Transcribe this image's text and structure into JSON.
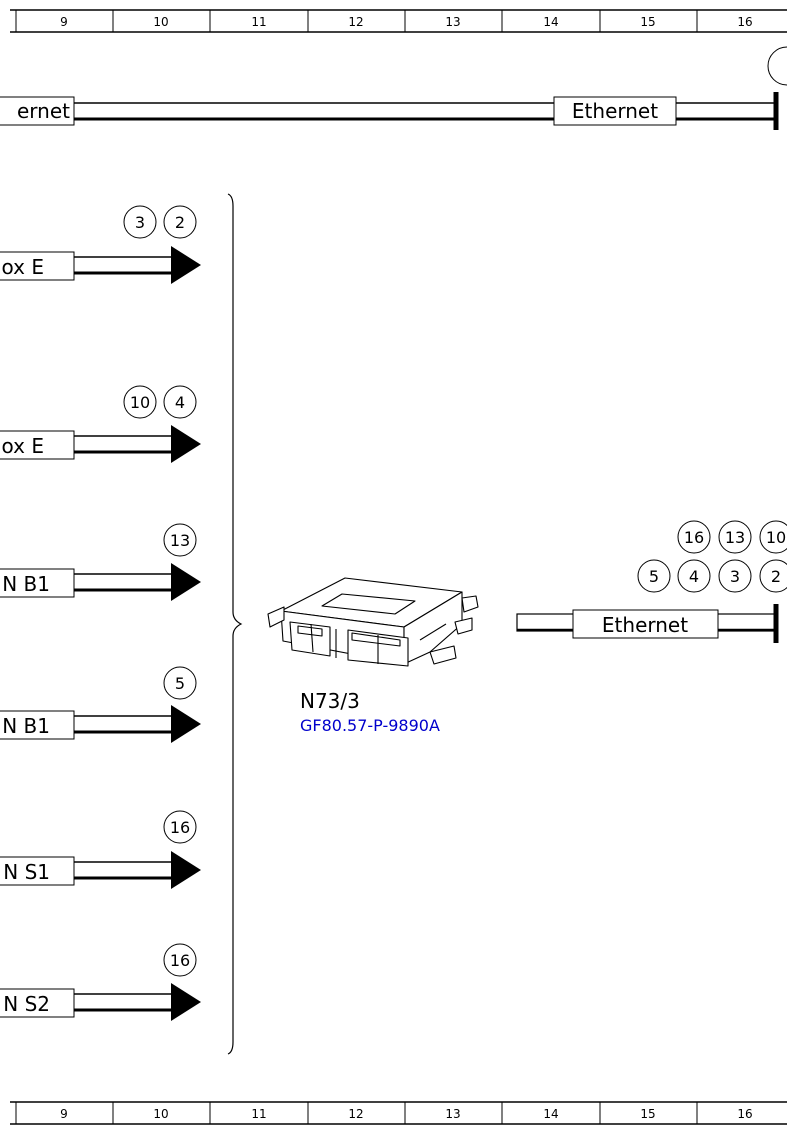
{
  "ruler": {
    "numbers": [
      "9",
      "10",
      "11",
      "12",
      "13",
      "14",
      "15",
      "16"
    ]
  },
  "top_bus": {
    "left_label": "ernet",
    "right_label": "Ethernet",
    "end_circle": ""
  },
  "left_connectors": [
    {
      "label": "ox E",
      "circles": [
        "3",
        "2"
      ]
    },
    {
      "label": "ox E",
      "circles": [
        "10",
        "4"
      ]
    },
    {
      "label": "N B1",
      "circles": [
        "13"
      ]
    },
    {
      "label": "N B1",
      "circles": [
        "5"
      ]
    },
    {
      "label": "N S1",
      "circles": [
        "16"
      ]
    },
    {
      "label": "N S2",
      "circles": [
        "16"
      ]
    }
  ],
  "component": {
    "id": "N73/3",
    "ref": "GF80.57-P-9890A",
    "ref_color": "#0000cc"
  },
  "right_bus": {
    "label": "Ethernet",
    "circles_row1": [
      "16",
      "13",
      "10"
    ],
    "circles_row2": [
      "5",
      "4",
      "3",
      "2"
    ]
  }
}
